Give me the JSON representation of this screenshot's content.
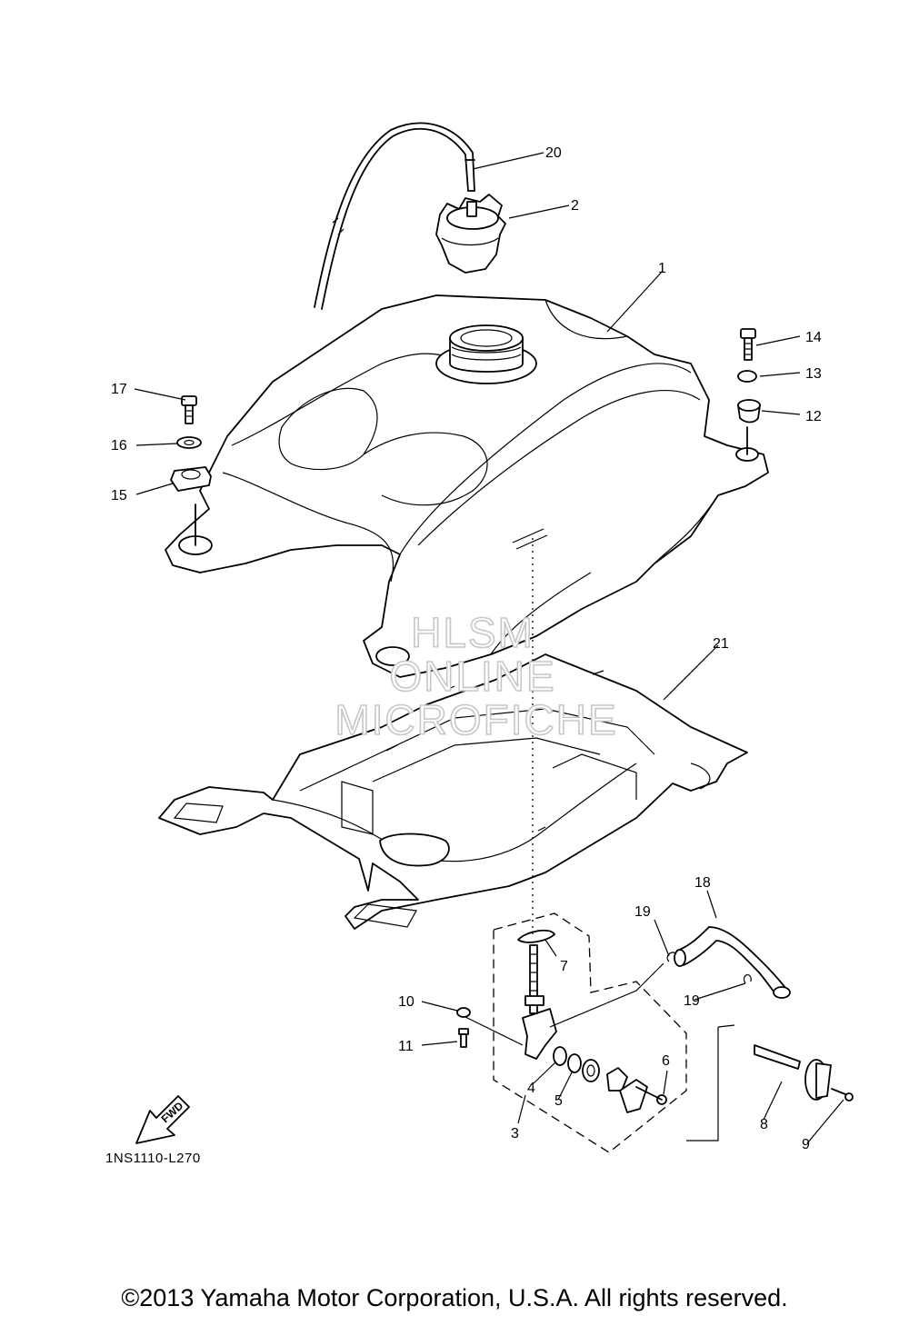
{
  "callouts": [
    {
      "id": "1",
      "text": "1"
    },
    {
      "id": "2",
      "text": "2"
    },
    {
      "id": "3",
      "text": "3"
    },
    {
      "id": "4",
      "text": "4"
    },
    {
      "id": "5",
      "text": "5"
    },
    {
      "id": "6",
      "text": "6"
    },
    {
      "id": "7",
      "text": "7"
    },
    {
      "id": "8",
      "text": "8"
    },
    {
      "id": "9",
      "text": "9"
    },
    {
      "id": "10",
      "text": "10"
    },
    {
      "id": "11",
      "text": "11"
    },
    {
      "id": "12",
      "text": "12"
    },
    {
      "id": "13",
      "text": "13"
    },
    {
      "id": "14",
      "text": "14"
    },
    {
      "id": "15",
      "text": "15"
    },
    {
      "id": "16",
      "text": "16"
    },
    {
      "id": "17",
      "text": "17"
    },
    {
      "id": "18",
      "text": "18"
    },
    {
      "id": "19a",
      "text": "19"
    },
    {
      "id": "19b",
      "text": "19"
    },
    {
      "id": "20",
      "text": "20"
    },
    {
      "id": "21",
      "text": "21"
    }
  ],
  "fwd_arrow_label": "FWD",
  "watermark": {
    "line1": "HLSM",
    "line2": "ONLINE",
    "line3": "MICROFICHE"
  },
  "drawing_code": "1NS1110-L270",
  "copyright": "©2013 Yamaha Motor Corporation, U.S.A. All rights reserved."
}
